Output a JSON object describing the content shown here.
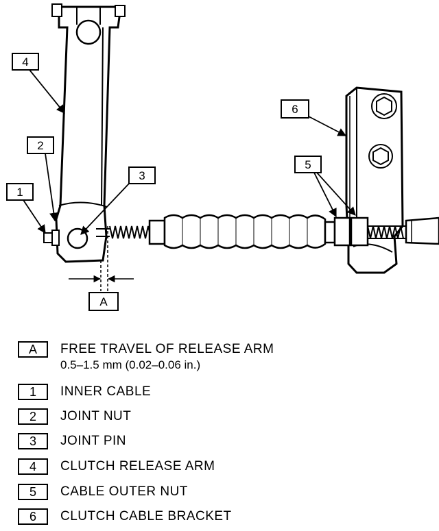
{
  "diagram": {
    "callouts": {
      "c1": "1",
      "c2": "2",
      "c3": "3",
      "c4": "4",
      "c5": "5",
      "c6": "6",
      "cA": "A"
    }
  },
  "legend": [
    {
      "key": "A",
      "label": "FREE TRAVEL OF RELEASE ARM",
      "sub": "0.5–1.5 mm (0.02–0.06 in.)"
    },
    {
      "key": "1",
      "label": "INNER CABLE"
    },
    {
      "key": "2",
      "label": "JOINT NUT"
    },
    {
      "key": "3",
      "label": "JOINT PIN"
    },
    {
      "key": "4",
      "label": "CLUTCH RELEASE ARM"
    },
    {
      "key": "5",
      "label": "CABLE OUTER NUT"
    },
    {
      "key": "6",
      "label": "CLUTCH CABLE BRACKET"
    }
  ]
}
